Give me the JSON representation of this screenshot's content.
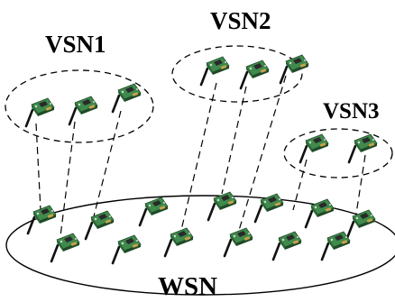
{
  "labels": {
    "vsn1": "VSN1",
    "vsn2": "VSN2",
    "vsn3": "VSN3",
    "wsn": "WSN"
  },
  "colors": {
    "line": "#000000",
    "board": "#3f8a4c",
    "board_dark": "#1f4a28",
    "chip": "#2a2a2a",
    "connector": "#c9a24a",
    "antenna": "#111111"
  },
  "icon": "sensor-node-icon"
}
